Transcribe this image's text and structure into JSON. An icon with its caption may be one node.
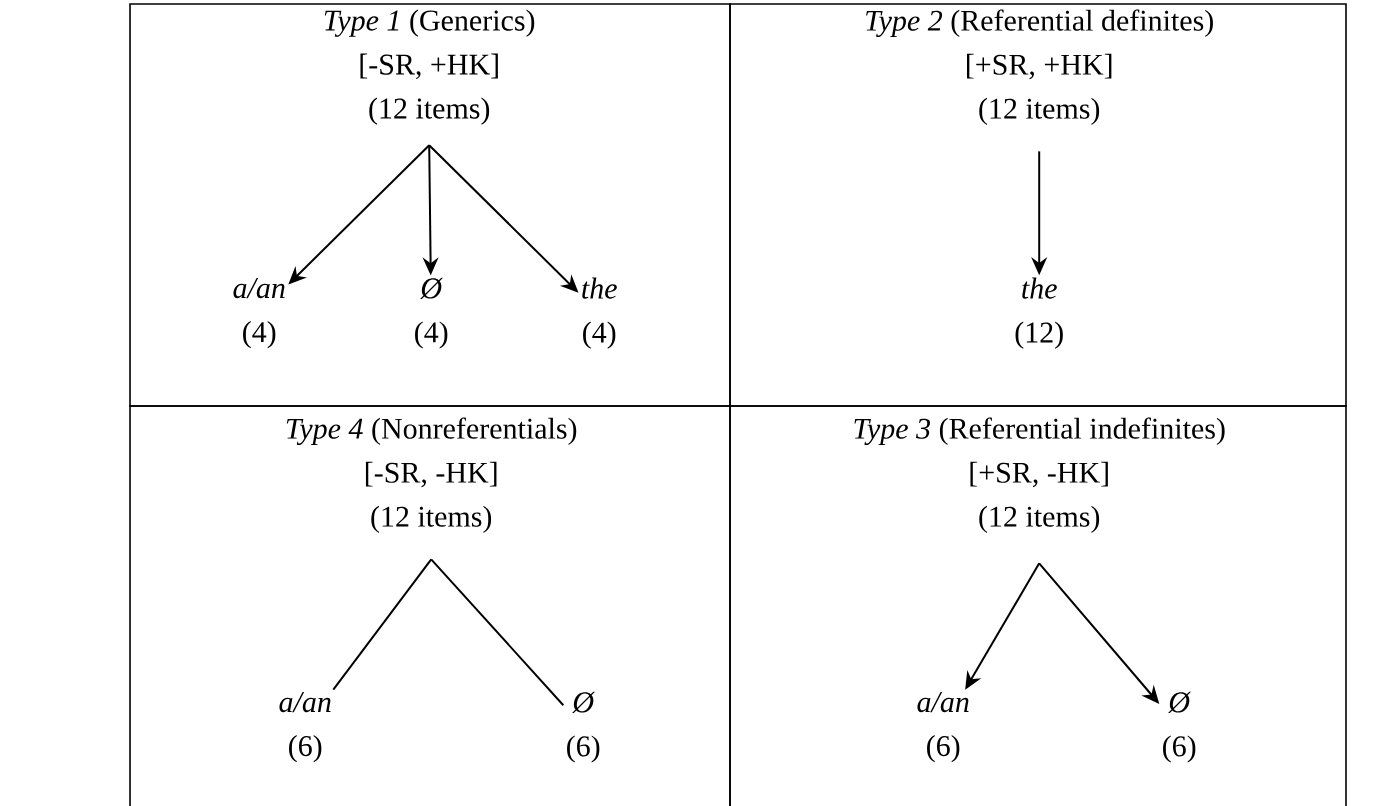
{
  "diagram": {
    "nodes": [
      {
        "text": [],
        "shape": "box"
      },
      {
        "text": [
          "*Type 1* (Generics)",
          "[-SR, +HK]",
          "(12 items)"
        ],
        "in": 0
      },
      {
        "text": [
          "a/an",
          "(4)"
        ],
        "in": 0
      },
      {
        "text": [
          "Ø",
          "(4)"
        ],
        "in": 0
      },
      {
        "text": [
          "the",
          "(4)"
        ],
        "in": 0
      },
      {
        "text": [],
        "shape": "box"
      },
      {
        "text": [
          "*Type 2* (Referential definites)",
          "[+SR, +HK]",
          "(12 items)"
        ],
        "in": 5
      },
      {
        "text": [
          "the",
          "(12)"
        ],
        "in": 5
      },
      {
        "text": [],
        "shape": "box"
      },
      {
        "text": [
          "*Type 4* (Nonreferentials)",
          "[-SR, -HK]",
          "(12 items)"
        ],
        "in": 8
      },
      {
        "text": [
          "a/an",
          "(6)"
        ],
        "in": 8
      },
      {
        "text": [
          "Ø",
          "(6)"
        ],
        "in": 8
      },
      {
        "text": [],
        "shape": "box"
      },
      {
        "text": [
          "*Type 3* (Referential indefinites)",
          "[+SR, -HK]",
          "(12 items)"
        ],
        "in": 12
      },
      {
        "text": [
          "a/an",
          "(6)"
        ],
        "in": 12
      },
      {
        "text": [
          "Ø",
          "(6)"
        ],
        "in": 12
      }
    ],
    "edges": [
      {
        "from": 1,
        "to": 2,
        "arrow": "to"
      },
      {
        "from": 1,
        "to": 3,
        "arrow": "to"
      },
      {
        "from": 1,
        "to": 4,
        "arrow": "to"
      },
      {
        "from": 6,
        "to": 7,
        "arrow": "to"
      },
      {
        "from": 9,
        "to": 10,
        "arrow": "none"
      },
      {
        "from": 9,
        "to": 11,
        "arrow": "none"
      },
      {
        "from": 13,
        "to": 14,
        "arrow": "to"
      },
      {
        "from": 13,
        "to": 15,
        "arrow": "to"
      }
    ]
  }
}
